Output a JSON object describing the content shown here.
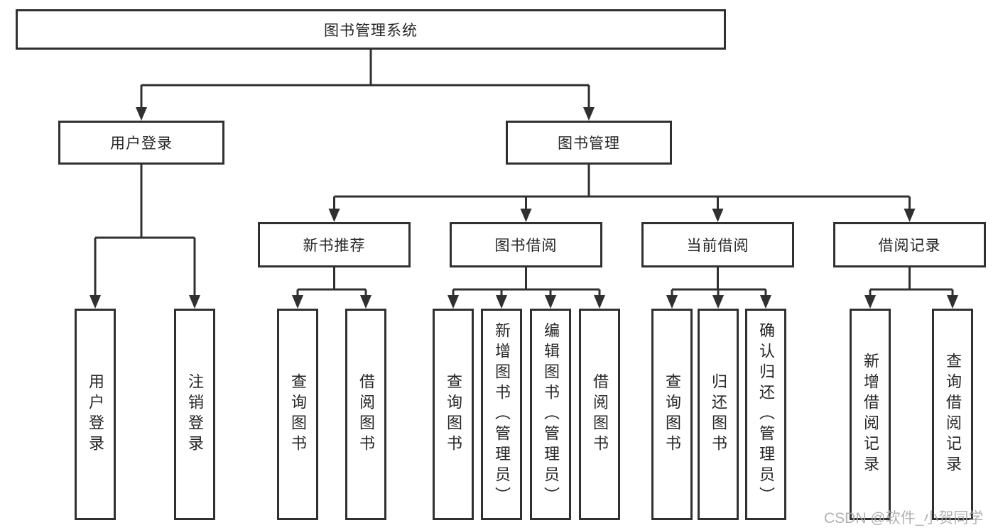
{
  "boxes": {
    "root": "图书管理系统",
    "l2_user": "用户登录",
    "l2_book": "图书管理",
    "l3": [
      "新书推荐",
      "图书借阅",
      "当前借阅",
      "借阅记录"
    ],
    "leaves_user": [
      "用户登录",
      "注销登录"
    ],
    "leaves_recommend": [
      "查询图书",
      "借阅图书"
    ],
    "leaves_borrow": [
      "查询图书",
      "新增图书（管理员）",
      "编辑图书（管理员）",
      "借阅图书"
    ],
    "leaves_current": [
      "查询图书",
      "归还图书",
      "确认归还（管理员）"
    ],
    "leaves_records": [
      "新增借阅记录",
      "查询借阅记录"
    ]
  },
  "watermark": {
    "text": "CSDN @软件_小贺同学"
  },
  "colors": {
    "line": "#303030",
    "text": "#262626",
    "box_background": "#ffffff",
    "watermark": "#a8a8a8"
  }
}
